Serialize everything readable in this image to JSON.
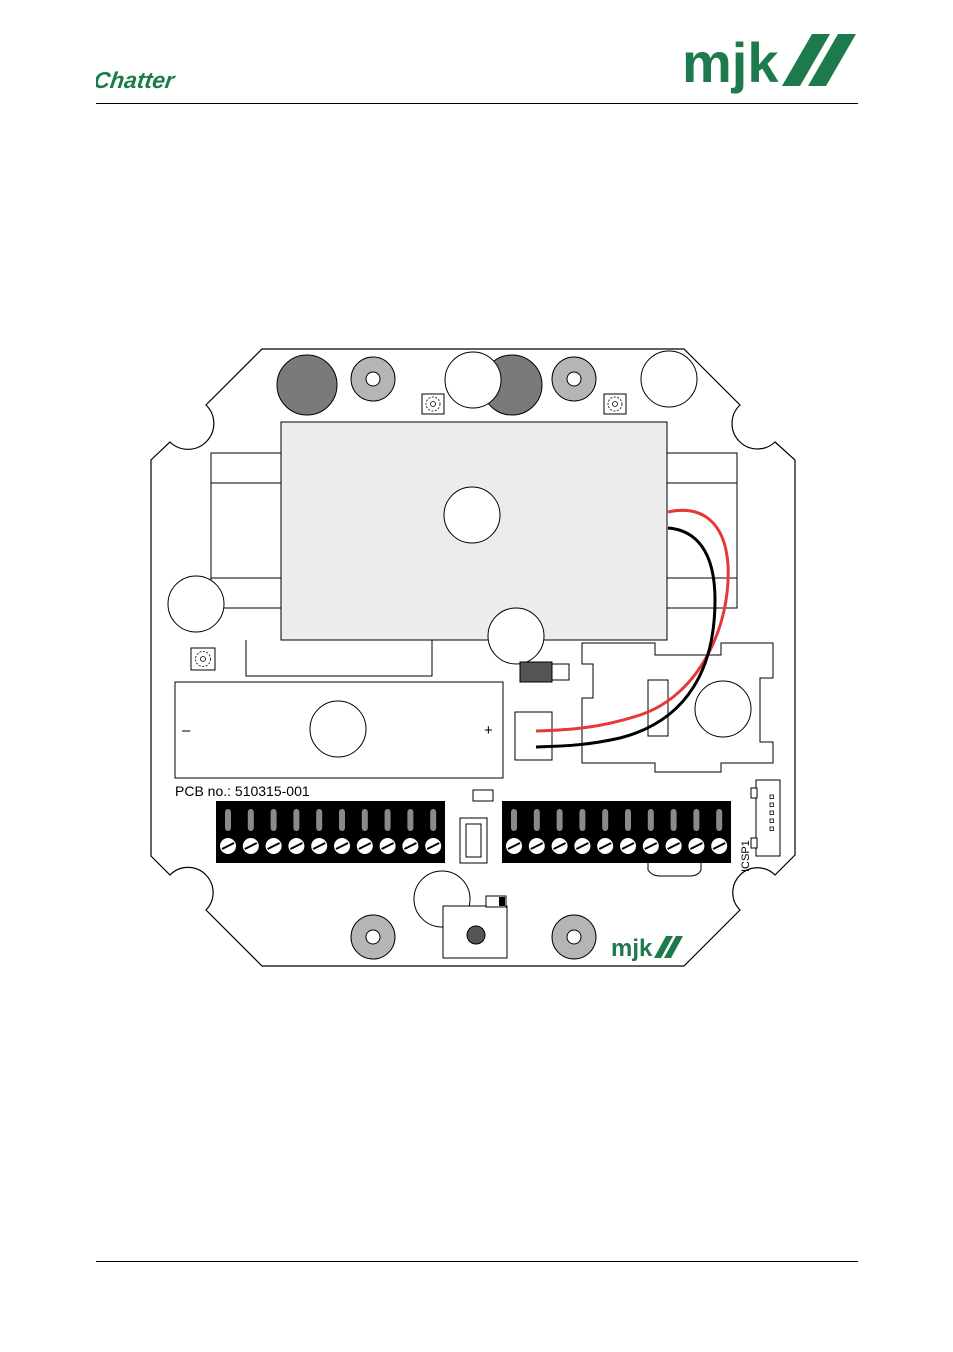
{
  "header": {
    "left_logo_text": "Chatter",
    "right_logo_text": "mjk",
    "brand_color": "#1d7a4c"
  },
  "pcb": {
    "pcb_number_label": "PCB no.: 510315-001",
    "icsp_label": "ICSP1",
    "battery_minus": "–",
    "battery_plus": "+",
    "board_logo_text": "mjk",
    "terminal_count_left": 10,
    "terminal_count_right": 10,
    "wire_colors": {
      "red": "#e53935",
      "black": "#000000"
    },
    "mount_hole_fill": "#b5b5b5",
    "component_fill": "#ececec",
    "dark_disc_fill": "#7a7a7a"
  }
}
